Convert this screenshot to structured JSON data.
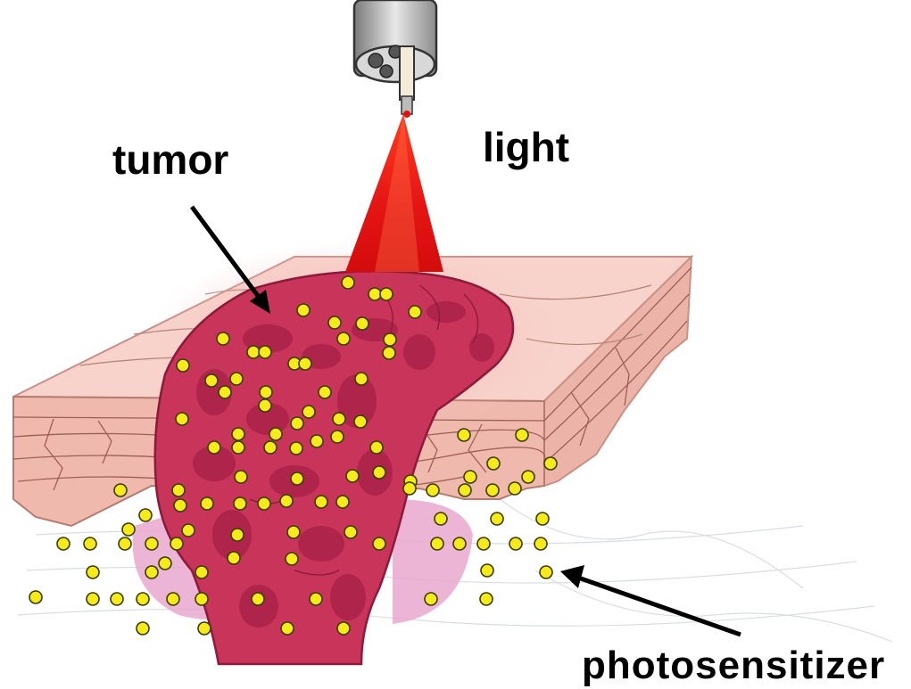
{
  "labels": {
    "tumor": "tumor",
    "light": "light",
    "photosensitizer": "photosensitizer"
  },
  "colors": {
    "tumor": "#c8345a",
    "tumor_dark": "#a61f45",
    "skin": "#f5c9c0",
    "skin_edge": "#e8a396",
    "light_core": "#e01010",
    "light_edge": "#ff5a3a",
    "photosensitizer": "#f5ea1a",
    "subdermal_pink": "#e58fc0"
  },
  "icons": [
    "light-probe-icon"
  ]
}
